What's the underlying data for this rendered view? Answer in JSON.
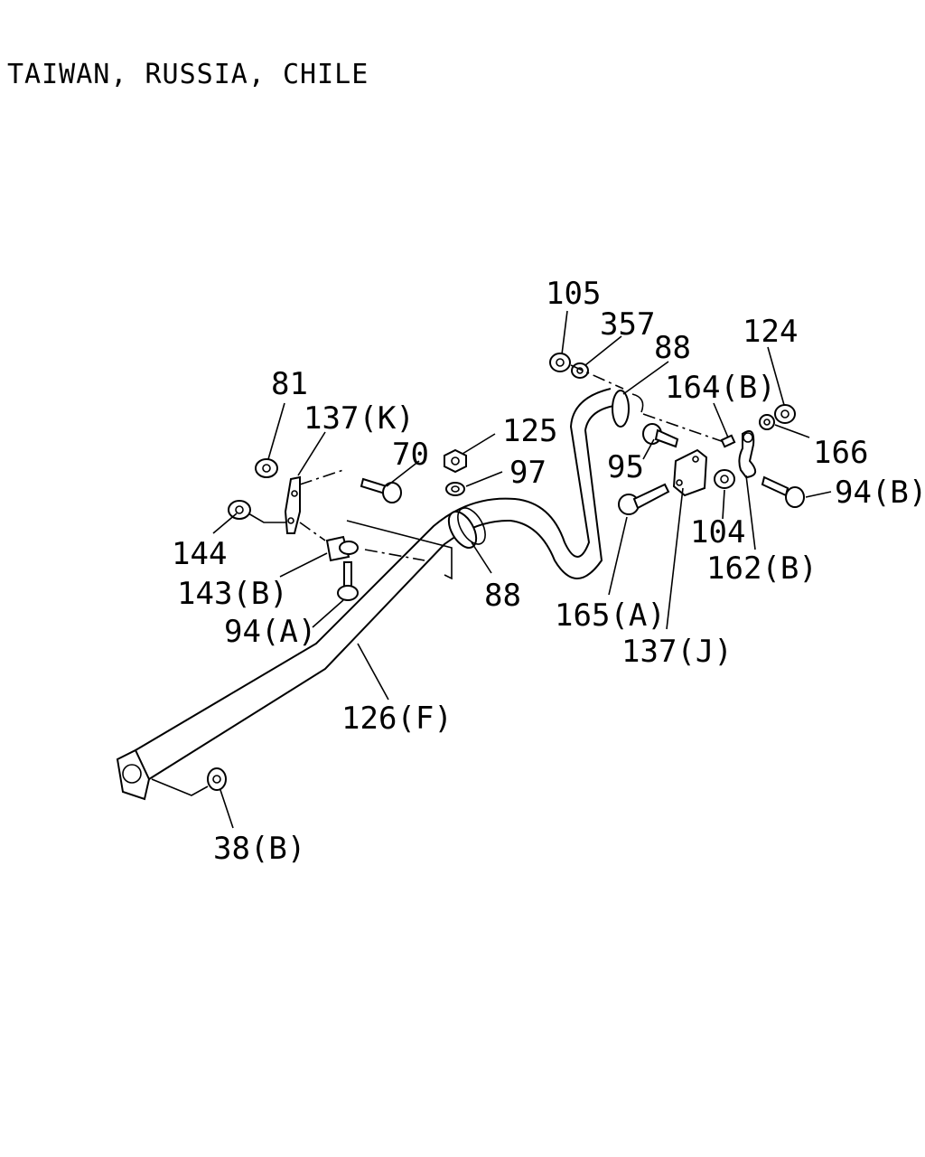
{
  "header": {
    "region_title": "TAIWAN, RUSSIA, CHILE"
  },
  "callouts": {
    "p105": "105",
    "p357": "357",
    "p88_top": "88",
    "p124": "124",
    "p164b": "164(B)",
    "p81": "81",
    "p137k": "137(K)",
    "p125": "125",
    "p70": "70",
    "p97": "97",
    "p95": "95",
    "p166": "166",
    "p94b": "94(B)",
    "p144": "144",
    "p104": "104",
    "p162b": "162(B)",
    "p143b": "143(B)",
    "p88_mid": "88",
    "p165a": "165(A)",
    "p94a": "94(A)",
    "p137j": "137(J)",
    "p126f": "126(F)",
    "p38b": "38(B)"
  }
}
